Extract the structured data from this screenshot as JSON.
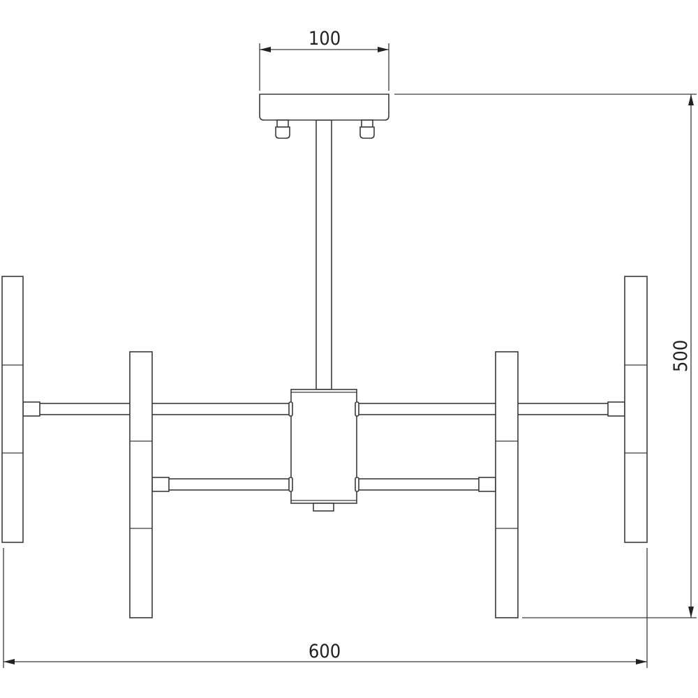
{
  "dimensions": {
    "canopy_width": "100",
    "total_height": "500",
    "total_width": "600"
  },
  "colors": {
    "line": "#3a3a3a",
    "background": "#ffffff"
  }
}
